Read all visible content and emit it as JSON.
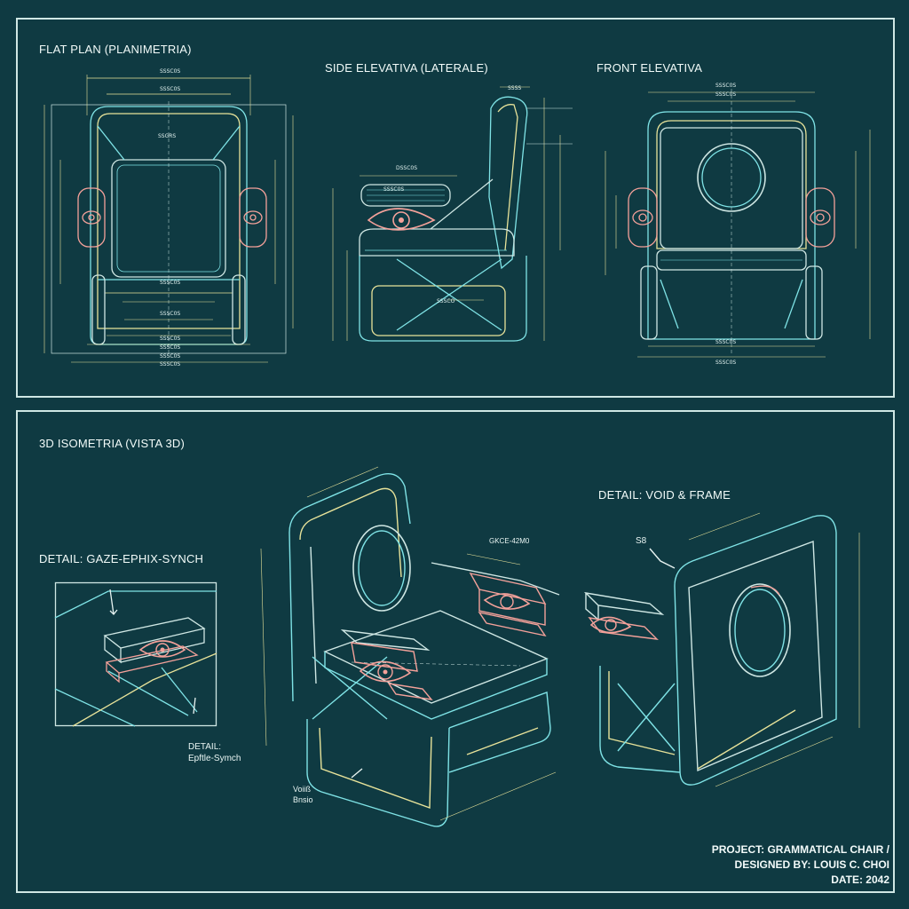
{
  "panels": {
    "top": {
      "flat_plan": {
        "title": "FLAT PLAN (PLANIMETRIA)",
        "dims": [
          "SSSC0S",
          "SSSC0S",
          "SSGRS",
          "SSSC0S",
          "SSSC0S",
          "SSSC0S",
          "SSSC0S",
          "SSSC0S",
          "SSSC0S"
        ]
      },
      "side": {
        "title": "SIDE ELEVATIVA (LATERALE)",
        "dims": [
          "SSSS",
          "DSSC0S",
          "SSSC0S",
          "SSSCO"
        ]
      },
      "front": {
        "title": "FRONT ELEVATIVA",
        "dims": [
          "SSSC0S",
          "SSSC0S",
          "SSSC0S",
          "SSSC0S"
        ]
      }
    },
    "bottom": {
      "iso_title": "3D ISOMETRIA (VISTA 3D)",
      "detail_gaze": {
        "title": "DETAIL: GAZE-EPHIX-SYNCH",
        "callout_line1": "DETAIL:",
        "callout_line2": "Epftle-Symch"
      },
      "detail_void": {
        "title": "DETAIL: VOID & FRAME",
        "tag": "S8"
      },
      "iso_labels": {
        "gaze_tag": "GKCE-42M0",
        "void_line1": "Voiiß",
        "void_line2": "Bnsio"
      }
    }
  },
  "title_block": {
    "project": "PROJECT: GRAMMATICAL CHAIR /",
    "designer": "DESIGNED BY: LOUIS C. CHOI",
    "date": "DATE: 2042"
  },
  "colors": {
    "background": "#0f3a42",
    "line_cyan": "#7fe3e6",
    "line_yellow": "#e8e39a",
    "line_white": "#e8f4f2",
    "eye_pink": "#f4a19a"
  }
}
